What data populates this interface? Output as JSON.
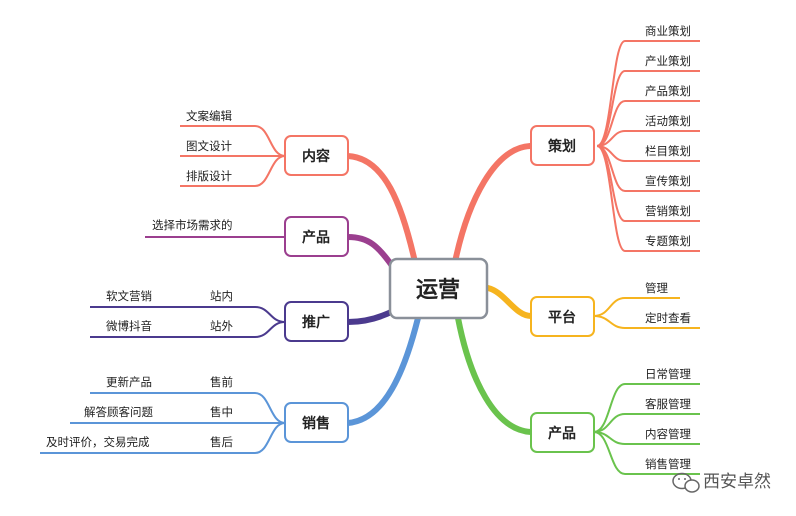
{
  "center": {
    "label": "运营"
  },
  "colors": {
    "planning": "#f47565",
    "content": "#f47565",
    "product_left": "#9b3f8f",
    "promotion": "#4b3a8e",
    "sales": "#5b95d8",
    "platform": "#f6b41f",
    "product_right": "#6ac34d",
    "center_border": "#8a9099"
  },
  "branches": {
    "planning": {
      "label": "策划",
      "children": [
        "商业策划",
        "产业策划",
        "产品策划",
        "活动策划",
        "栏目策划",
        "宣传策划",
        "营销策划",
        "专题策划"
      ]
    },
    "platform": {
      "label": "平台",
      "children": [
        "管理",
        "定时查看"
      ]
    },
    "product_right": {
      "label": "产品",
      "children": [
        "日常管理",
        "客服管理",
        "内容管理",
        "销售管理"
      ]
    },
    "content": {
      "label": "内容",
      "children": [
        "文案编辑",
        "图文设计",
        "排版设计"
      ]
    },
    "product_left": {
      "label": "产品",
      "children": [
        "选择市场需求的"
      ]
    },
    "promotion": {
      "label": "推广",
      "children": [
        {
          "label": "站内",
          "sub": "软文营销"
        },
        {
          "label": "站外",
          "sub": "微博抖音"
        }
      ]
    },
    "sales": {
      "label": "销售",
      "children": [
        {
          "label": "售前",
          "sub": "更新产品"
        },
        {
          "label": "售中",
          "sub": "解答顾客问题"
        },
        {
          "label": "售后",
          "sub": "及时评价，交易完成"
        }
      ]
    }
  },
  "watermark": {
    "text": "西安卓然",
    "icon": "wechat-icon"
  }
}
